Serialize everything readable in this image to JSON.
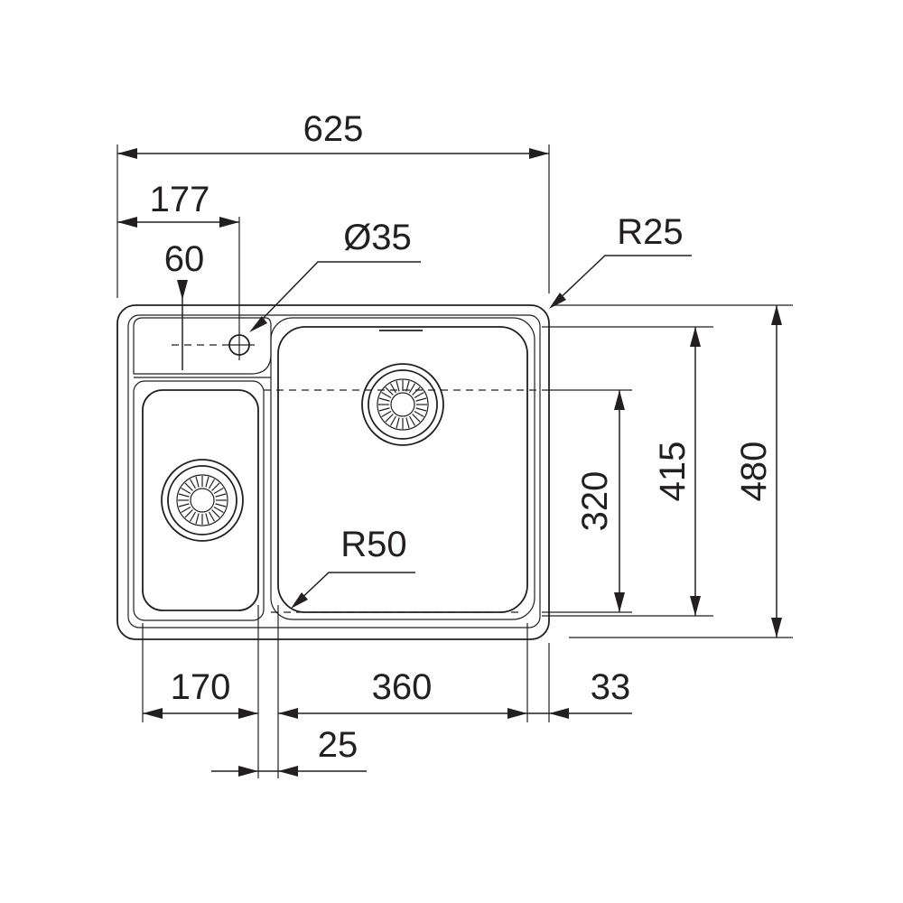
{
  "dimensions": {
    "overall_width": "625",
    "tap_hole_offset": "177",
    "tap_hole_depth": "60",
    "tap_hole_diameter": "Ø35",
    "corner_radius": "R25",
    "overall_depth": "480",
    "main_bowl_depth": "415",
    "inner_bowl_depth": "320",
    "bowl_radius": "R50",
    "small_bowl_width": "170",
    "main_bowl_width": "360",
    "right_rim_margin": "33",
    "divider_width": "25"
  },
  "colors": {
    "line": "#231f20",
    "background": "#ffffff"
  }
}
